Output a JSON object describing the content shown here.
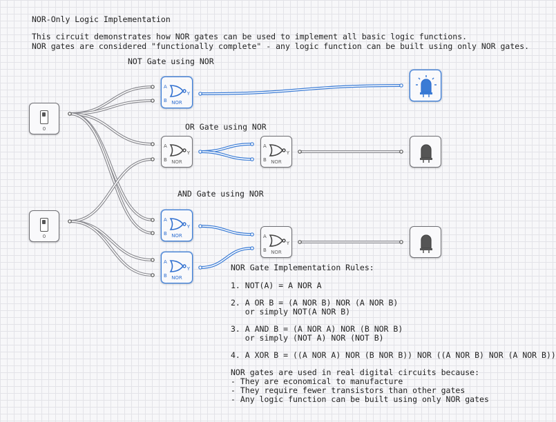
{
  "title": "NOR-Only Logic Implementation",
  "description": [
    "This circuit demonstrates how NOR gates can be used to implement all basic logic functions.",
    "NOR gates are considered \"functionally complete\" - any logic function can be built using only NOR gates."
  ],
  "section_labels": {
    "not": "NOT Gate using NOR",
    "or": "OR Gate using NOR",
    "and": "AND Gate using NOR"
  },
  "gate": {
    "type_label": "NOR",
    "pin_a": "A",
    "pin_b": "B",
    "pin_y": "Y"
  },
  "switches": [
    {
      "value": "0"
    },
    {
      "value": "0"
    }
  ],
  "colors": {
    "active": "#3a7bd5",
    "inactive_wire": "#8a8a90",
    "border": "#6f6f74"
  },
  "rules": {
    "heading": "NOR Gate Implementation Rules:",
    "lines": [
      "1. NOT(A) = A NOR A",
      "2. A OR B = (A NOR B) NOR (A NOR B)",
      "   or simply NOT(A NOR B)",
      "3. A AND B = (A NOR A) NOR (B NOR B)",
      "   or simply (NOT A) NOR (NOT B)",
      "4. A XOR B = ((A NOR A) NOR (B NOR B)) NOR ((A NOR B) NOR (A NOR B))"
    ],
    "footer": [
      "NOR gates are used in real digital circuits because:",
      "- They are economical to manufacture",
      "- They require fewer transistors than other gates",
      "- Any logic function can be built using only NOR gates"
    ]
  }
}
